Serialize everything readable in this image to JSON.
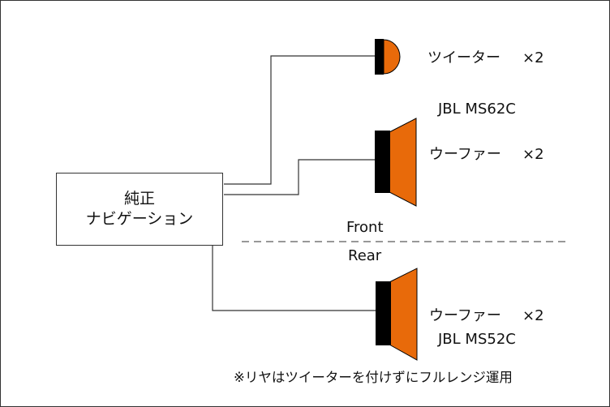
{
  "colors": {
    "speaker_cone": "#e86a0a",
    "magnet": "#000000",
    "wire": "#333333",
    "divider": "#777777"
  },
  "nav_unit": {
    "line1": "純正",
    "line2": "ナビゲーション"
  },
  "front": {
    "zone_label": "Front",
    "tweeter": {
      "label": "ツイーター",
      "qty": "×2"
    },
    "model": "JBL MS62C",
    "woofer": {
      "label": "ウーファー",
      "qty": "×2"
    }
  },
  "rear": {
    "zone_label": "Rear",
    "woofer": {
      "label": "ウーファー",
      "qty": "×2"
    },
    "model": "JBL MS52C"
  },
  "note": "※リヤはツイーターを付けずにフルレンジ運用"
}
